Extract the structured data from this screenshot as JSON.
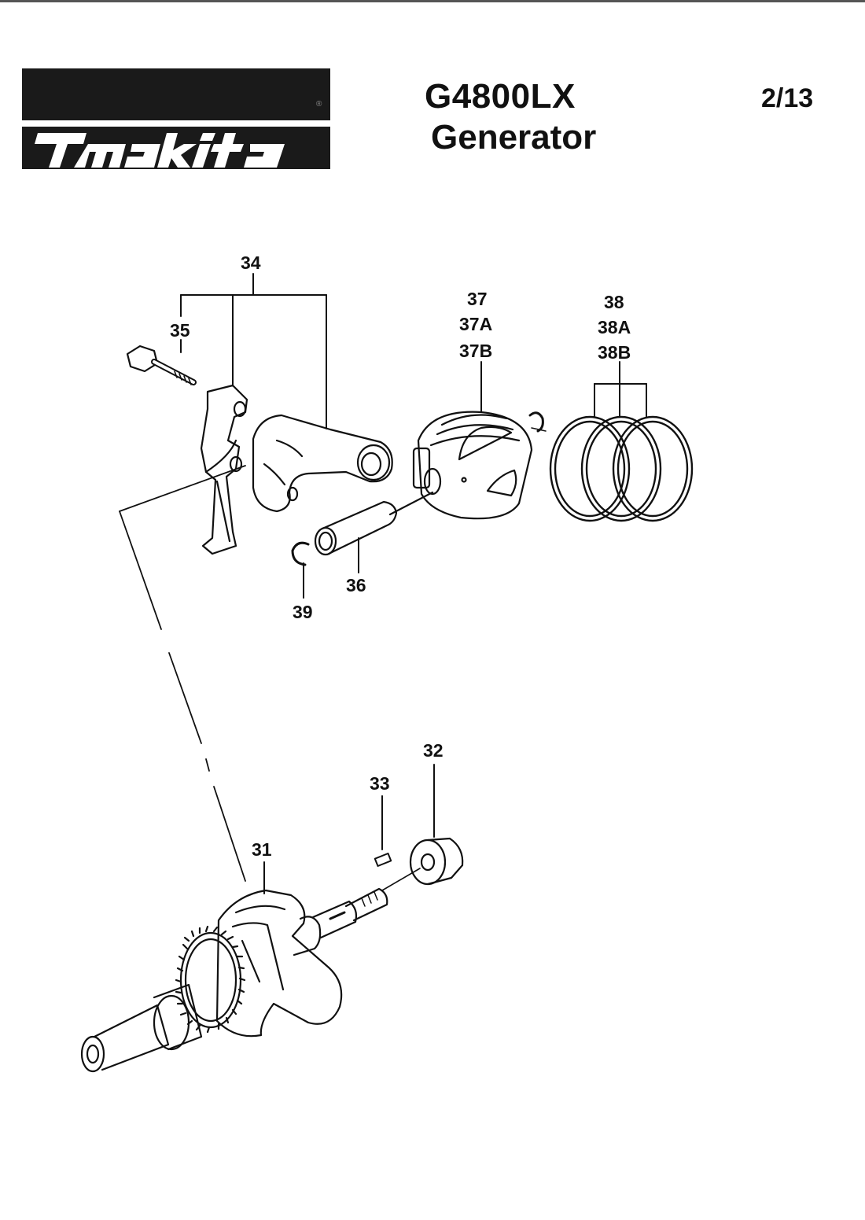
{
  "header": {
    "brand": "makita",
    "model": "G4800LX",
    "product": "Generator",
    "page": "2/13"
  },
  "callouts": {
    "p31": "31",
    "p32": "32",
    "p33": "33",
    "p34": "34",
    "p35": "35",
    "p36": "36",
    "p37": "37",
    "p37a": "37A",
    "p37b": "37B",
    "p38": "38",
    "p38a": "38A",
    "p38b": "38B",
    "p39": "39"
  },
  "colors": {
    "ink": "#111111",
    "logo_bg": "#1a1a1a"
  }
}
